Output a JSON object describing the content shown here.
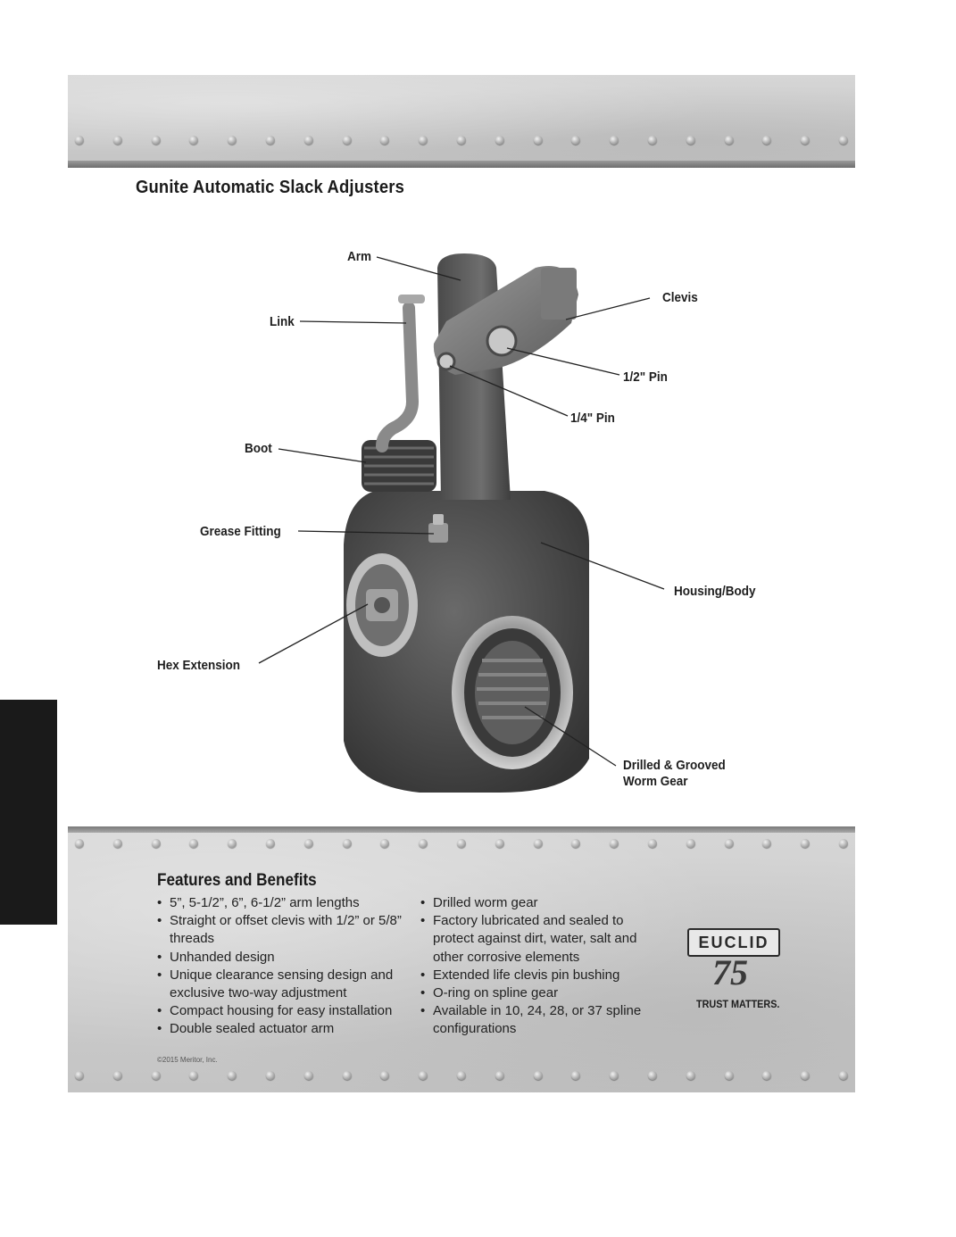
{
  "title": "Gunite Automatic Slack Adjusters",
  "callouts": {
    "arm": "Arm",
    "clevis": "Clevis",
    "link": "Link",
    "pin_half": "1/2\" Pin",
    "pin_quarter": "1/4\" Pin",
    "boot": "Boot",
    "grease_fitting": "Grease Fitting",
    "housing": "Housing/Body",
    "hex_extension": "Hex Extension",
    "worm_gear_line1": "Drilled & Grooved",
    "worm_gear_line2": "Worm Gear"
  },
  "features": {
    "title": "Features and Benefits",
    "col1": [
      "5”, 5-1/2”, 6”, 6-1/2” arm lengths",
      "Straight or offset clevis with 1/2” or 5/8” threads",
      "Unhanded design",
      "Unique clearance sensing design and exclusive two-way adjustment",
      "Compact housing for easy installation",
      "Double sealed actuator arm"
    ],
    "col2": [
      "Drilled worm gear",
      "Factory lubricated and sealed to protect against dirt, water, salt and other corrosive elements",
      "Extended life clevis pin bushing",
      "O-ring on spline gear",
      "Available in 10, 24, 28, or 37 spline configurations"
    ]
  },
  "logo": {
    "brand": "EUCLID",
    "number": "75",
    "tagline": "TRUST MATTERS."
  },
  "copyright": "©2015 Meritor, Inc.",
  "colors": {
    "panel": "#c8c8c8",
    "side_tab": "#1a1a1a",
    "part_dark": "#4a4a4a",
    "part_light": "#9a9a9a"
  }
}
